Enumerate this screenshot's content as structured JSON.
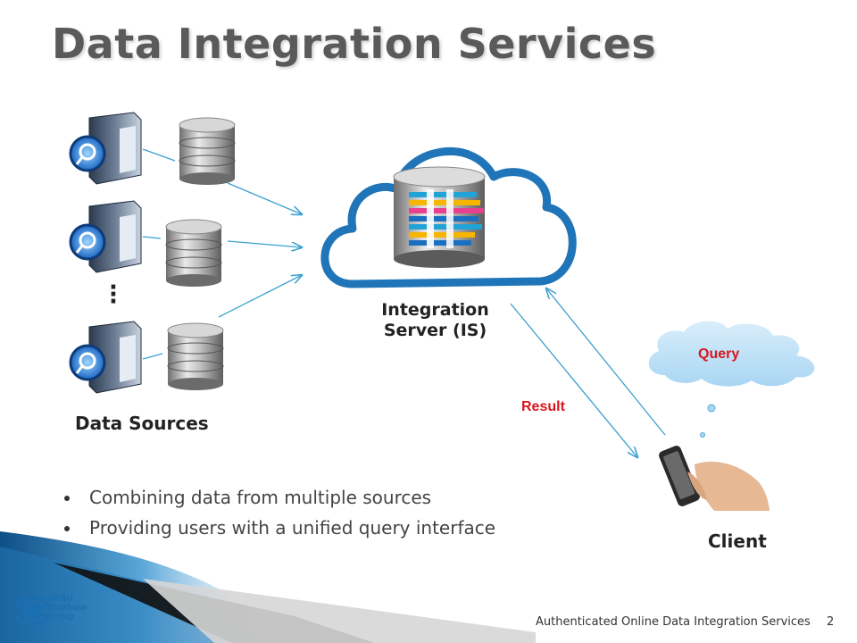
{
  "slide": {
    "title": "Data Integration Services",
    "integration_server_label_line1": "Integration",
    "integration_server_label_line2": "Server (IS)",
    "data_sources_label": "Data Sources",
    "client_label": "Client",
    "query_label": "Query",
    "result_label": "Result",
    "bullets": [
      "Combining data from multiple sources",
      "Providing users with a unified query interface"
    ]
  },
  "footer": {
    "text": "Authenticated Online Data Integration Services",
    "page_number": "2",
    "logo_lines": [
      "HKBU",
      "Database",
      "Group"
    ]
  },
  "colors": {
    "title": "#5a5a5a",
    "cloud_outline": "#1f75b8",
    "result_text": "#d9161d",
    "query_text": "#d9161d",
    "arrow": "#3aa0d0",
    "footer_band": "#1a6fb0"
  },
  "icons": [
    "server-icon",
    "database-icon",
    "cloud-icon",
    "phone-hand-icon",
    "thought-cloud-icon",
    "logo-icon"
  ]
}
